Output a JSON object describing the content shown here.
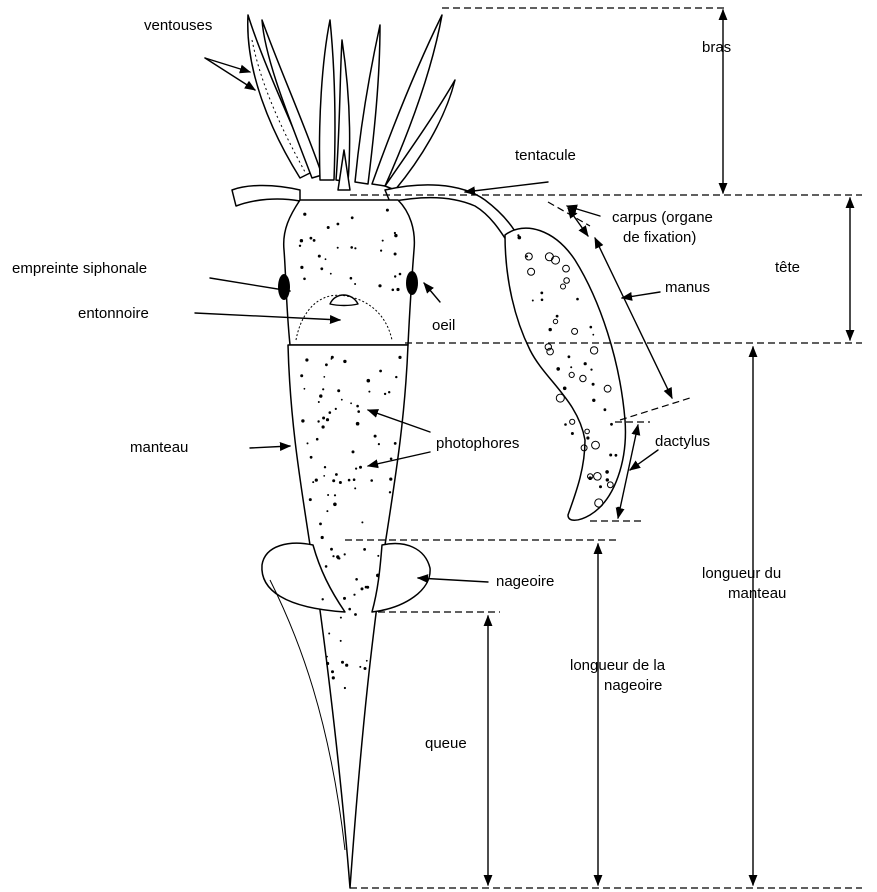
{
  "labels": {
    "ventouses": "ventouses",
    "bras": "bras",
    "tentacule": "tentacule",
    "carpus_line1": "carpus (organe",
    "carpus_line2": "de fixation)",
    "tete": "tête",
    "empreinte": "empreinte siphonale",
    "entonnoire": "entonnoire",
    "oeil": "oeil",
    "manus": "manus",
    "manteau": "manteau",
    "photophores": "photophores",
    "dactylus": "dactylus",
    "nageoire": "nageoire",
    "longueur_manteau_line1": "longueur du",
    "longueur_manteau_line2": "manteau",
    "longueur_nageoire_line1": "longueur de la",
    "longueur_nageoire_line2": "nageoire",
    "queue": "queue"
  }
}
